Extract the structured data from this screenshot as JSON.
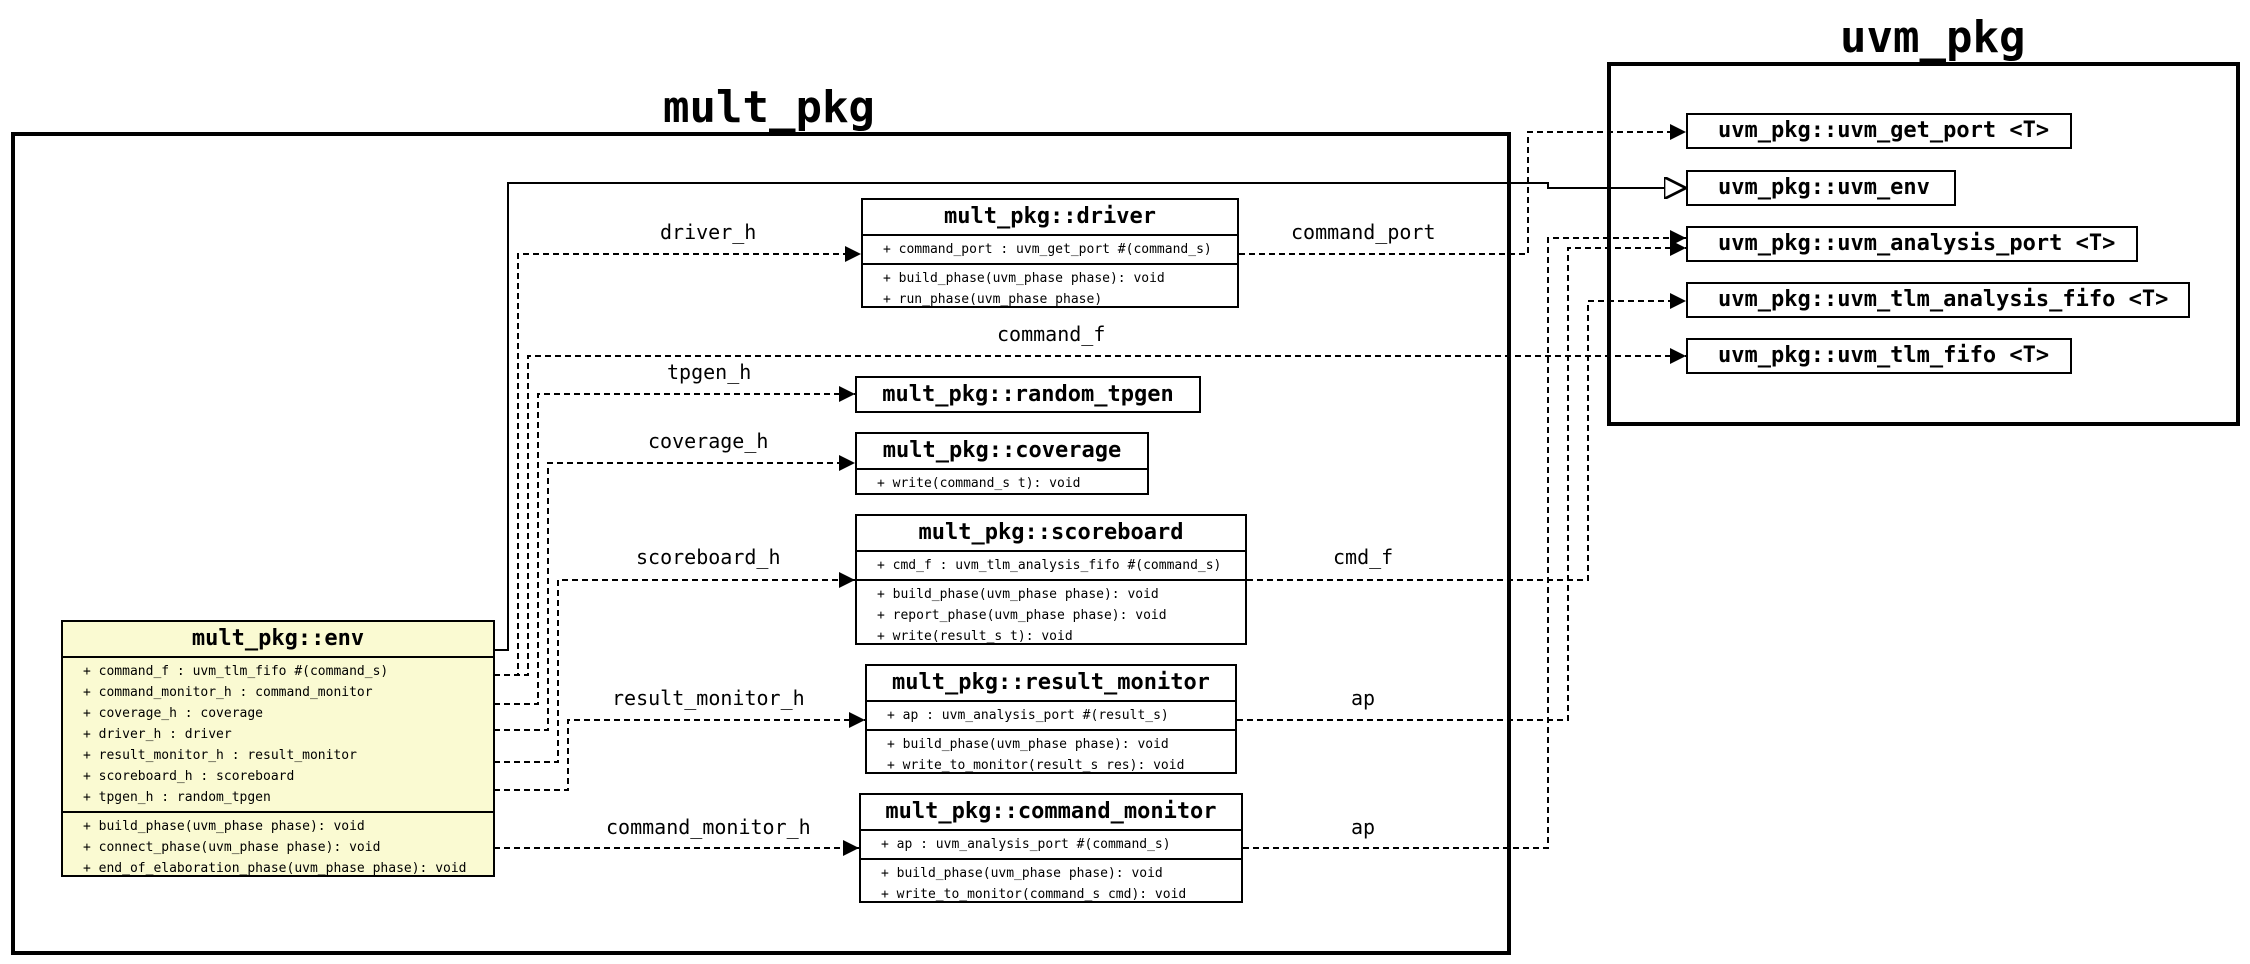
{
  "packages": {
    "mult_pkg": "mult_pkg",
    "uvm_pkg": "uvm_pkg"
  },
  "classes": {
    "env": {
      "name": "mult_pkg::env",
      "attributes": [
        "+ command_f : uvm_tlm_fifo #(command_s)",
        "+ command_monitor_h : command_monitor",
        "+ coverage_h : coverage",
        "+ driver_h : driver",
        "+ result_monitor_h : result_monitor",
        "+ scoreboard_h : scoreboard",
        "+ tpgen_h : random_tpgen"
      ],
      "methods": [
        "+ build_phase(uvm_phase phase): void",
        "+ connect_phase(uvm_phase phase): void",
        "+ end_of_elaboration_phase(uvm_phase phase): void"
      ]
    },
    "driver": {
      "name": "mult_pkg::driver",
      "attributes": [
        "+ command_port : uvm_get_port #(command_s)"
      ],
      "methods": [
        "+ build_phase(uvm_phase phase): void",
        "+ run_phase(uvm_phase phase)"
      ]
    },
    "random_tpgen": {
      "name": "mult_pkg::random_tpgen"
    },
    "coverage": {
      "name": "mult_pkg::coverage",
      "methods": [
        "+ write(command_s t): void"
      ]
    },
    "scoreboard": {
      "name": "mult_pkg::scoreboard",
      "attributes": [
        "+ cmd_f : uvm_tlm_analysis_fifo #(command_s)"
      ],
      "methods": [
        "+ build_phase(uvm_phase phase): void",
        "+ report_phase(uvm_phase phase): void",
        "+ write(result_s t): void"
      ]
    },
    "result_monitor": {
      "name": "mult_pkg::result_monitor",
      "attributes": [
        "+ ap : uvm_analysis_port #(result_s)"
      ],
      "methods": [
        "+ build_phase(uvm_phase phase): void",
        "+ write_to_monitor(result_s res): void"
      ]
    },
    "command_monitor": {
      "name": "mult_pkg::command_monitor",
      "attributes": [
        "+ ap : uvm_analysis_port #(command_s)"
      ],
      "methods": [
        "+ build_phase(uvm_phase phase): void",
        "+ write_to_monitor(command_s cmd): void"
      ]
    },
    "uvm_get_port": {
      "name": "uvm_pkg::uvm_get_port <T>"
    },
    "uvm_env": {
      "name": "uvm_pkg::uvm_env"
    },
    "uvm_analysis_port": {
      "name": "uvm_pkg::uvm_analysis_port <T>"
    },
    "uvm_tlm_analysis_fifo": {
      "name": "uvm_pkg::uvm_tlm_analysis_fifo <T>"
    },
    "uvm_tlm_fifo": {
      "name": "uvm_pkg::uvm_tlm_fifo <T>"
    }
  },
  "edge_labels": {
    "driver_h": "driver_h",
    "command_port": "command_port",
    "command_f": "command_f",
    "tpgen_h": "tpgen_h",
    "coverage_h": "coverage_h",
    "scoreboard_h": "scoreboard_h",
    "cmd_f": "cmd_f",
    "result_monitor_h": "result_monitor_h",
    "ap_result": "ap",
    "command_monitor_h": "command_monitor_h",
    "ap_command": "ap"
  }
}
